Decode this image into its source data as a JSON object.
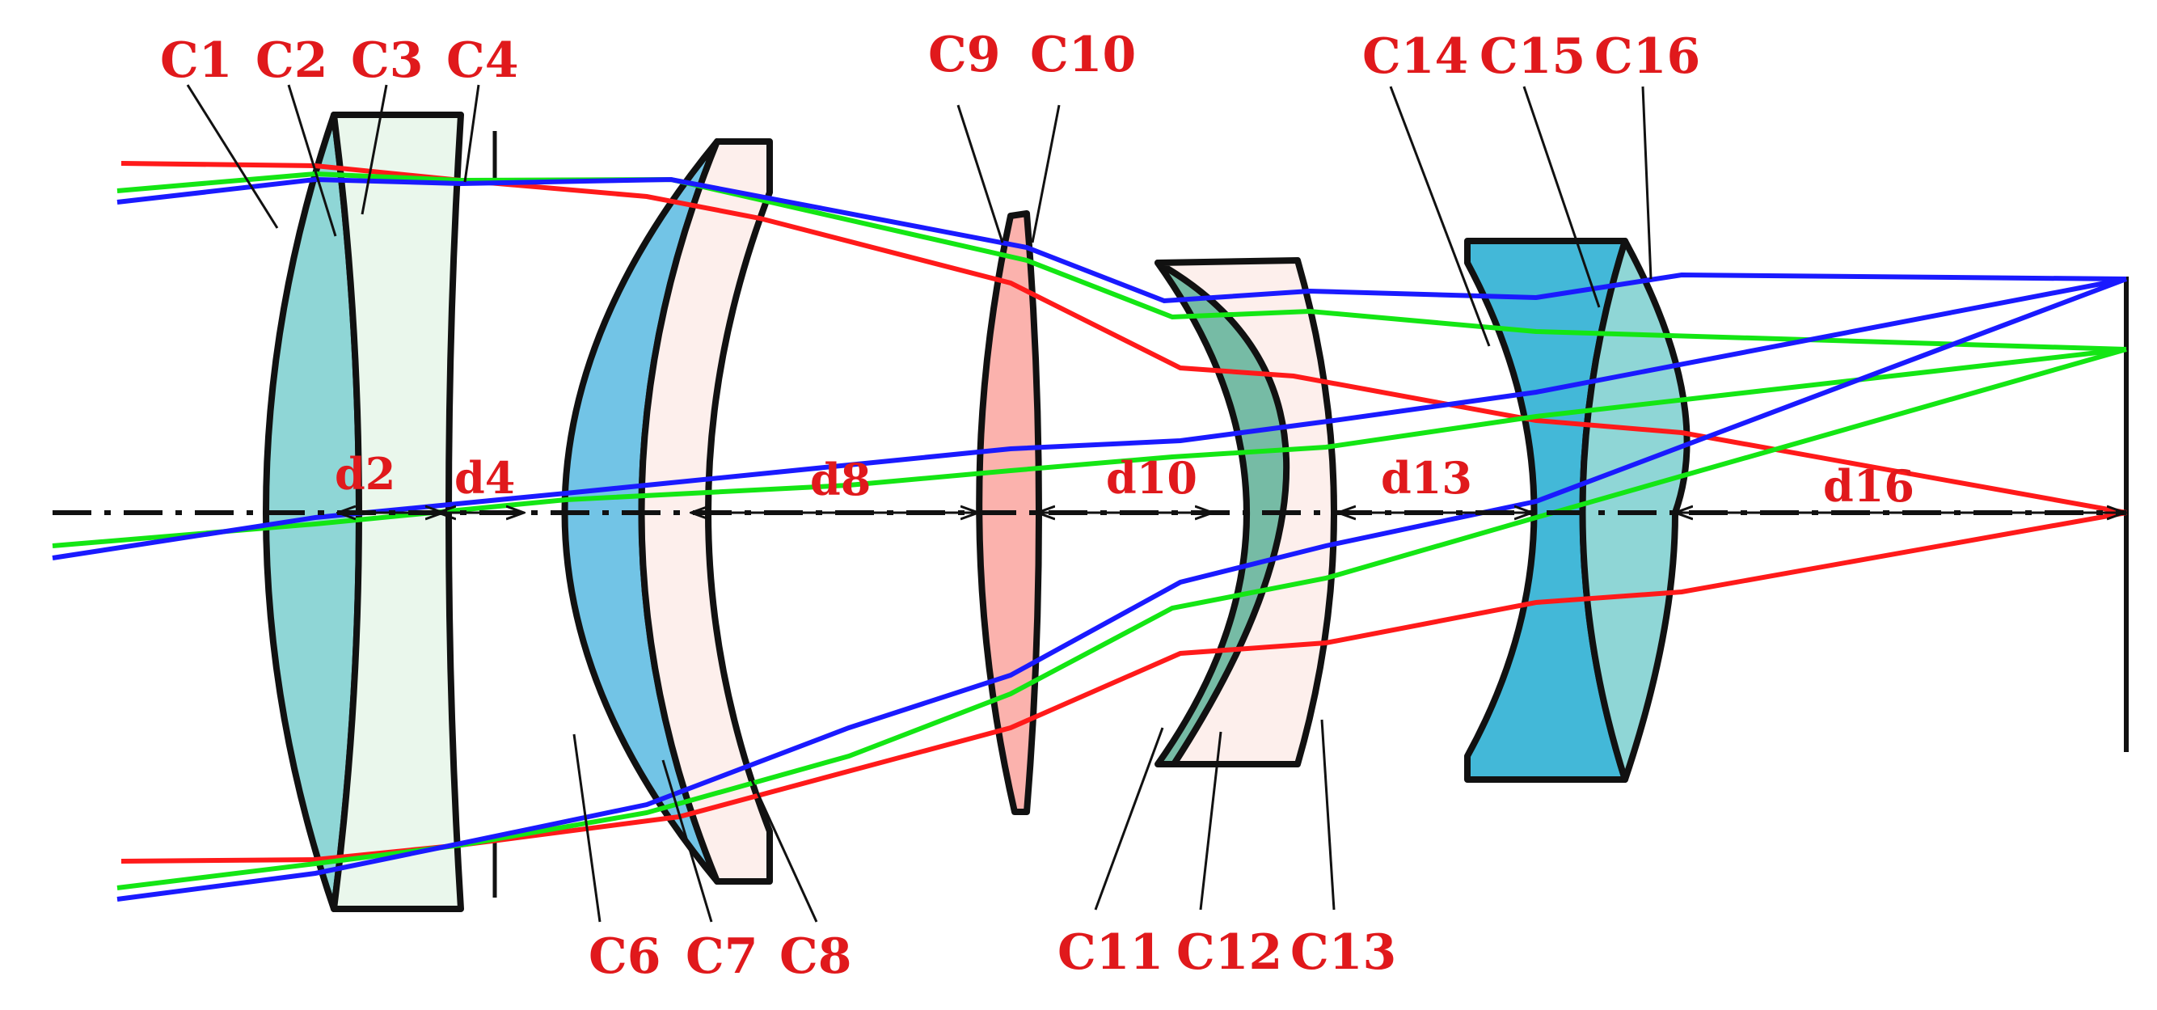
{
  "colors": {
    "label": "#e0191c",
    "ray_red": "#ff1a1a",
    "ray_green": "#14e614",
    "ray_blue": "#1a1aff",
    "lens_teal": "#8fd6d6",
    "lens_mint": "#eaf7ec",
    "lens_sky": "#72c4e6",
    "lens_blush": "#fdefec",
    "lens_pink": "#fbb2ad",
    "lens_green": "#6fb7a0",
    "lens_cyan": "#43b8d8",
    "outline": "#111111"
  },
  "surface_labels": {
    "c1": "C1",
    "c2": "C2",
    "c3": "C3",
    "c4": "C4",
    "c6": "C6",
    "c7": "C7",
    "c8": "C8",
    "c9": "C9",
    "c10": "C10",
    "c11": "C11",
    "c12": "C12",
    "c13": "C13",
    "c14": "C14",
    "c15": "C15",
    "c16": "C16"
  },
  "distance_labels": {
    "d2": "d2",
    "d4": "d4",
    "d8": "d8",
    "d10": "d10",
    "d13": "d13",
    "d16": "d16"
  }
}
